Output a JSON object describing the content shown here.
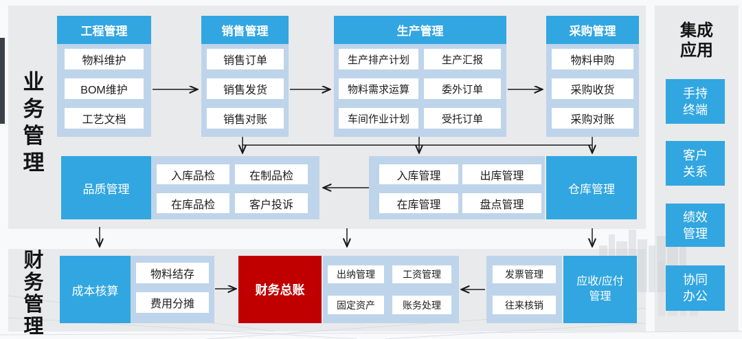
{
  "colors": {
    "accent_blue": "#32a6e0",
    "container_blue": "#bed4ea",
    "alert_red": "#c00000",
    "panel_gray": "#e9eaeb"
  },
  "sections": {
    "business": {
      "label": "业务管理"
    },
    "finance": {
      "label": "财务管理"
    }
  },
  "top_groups": {
    "engineering": {
      "title": "工程管理",
      "items": [
        "物料维护",
        "BOM维护",
        "工艺文档"
      ]
    },
    "sales": {
      "title": "销售管理",
      "items": [
        "销售订单",
        "销售发货",
        "销售对账"
      ]
    },
    "production": {
      "title": "生产管理",
      "col1": [
        "生产排产计划",
        "物料需求运算",
        "车间作业计划"
      ],
      "col2": [
        "生产汇报",
        "委外订单",
        "受托订单"
      ]
    },
    "purchase": {
      "title": "采购管理",
      "items": [
        "物料申购",
        "采购收货",
        "采购对账"
      ]
    }
  },
  "middle_row": {
    "quality_title": "品质管理",
    "quality_items": [
      "入库品检",
      "在制品检",
      "在库品检",
      "客户投诉"
    ],
    "warehouse_items": [
      "入库管理",
      "出库管理",
      "在库管理",
      "盘点管理"
    ],
    "warehouse_title": "仓库管理"
  },
  "bottom_row": {
    "cost_title": "成本核算",
    "cost_items": [
      "物料结存",
      "费用分摊"
    ],
    "ledger_title": "财务总账",
    "finance_items": [
      "出纳管理",
      "工资管理",
      "固定资产",
      "账务处理"
    ],
    "invoice_items": [
      "发票管理",
      "往来核销"
    ],
    "ar_ap_title": "应收/应付\n管理"
  },
  "sidebar": {
    "title": "集成\n应用",
    "apps": [
      "手持\n终端",
      "客户\n关系",
      "绩效\n管理",
      "协同\n办公"
    ]
  }
}
